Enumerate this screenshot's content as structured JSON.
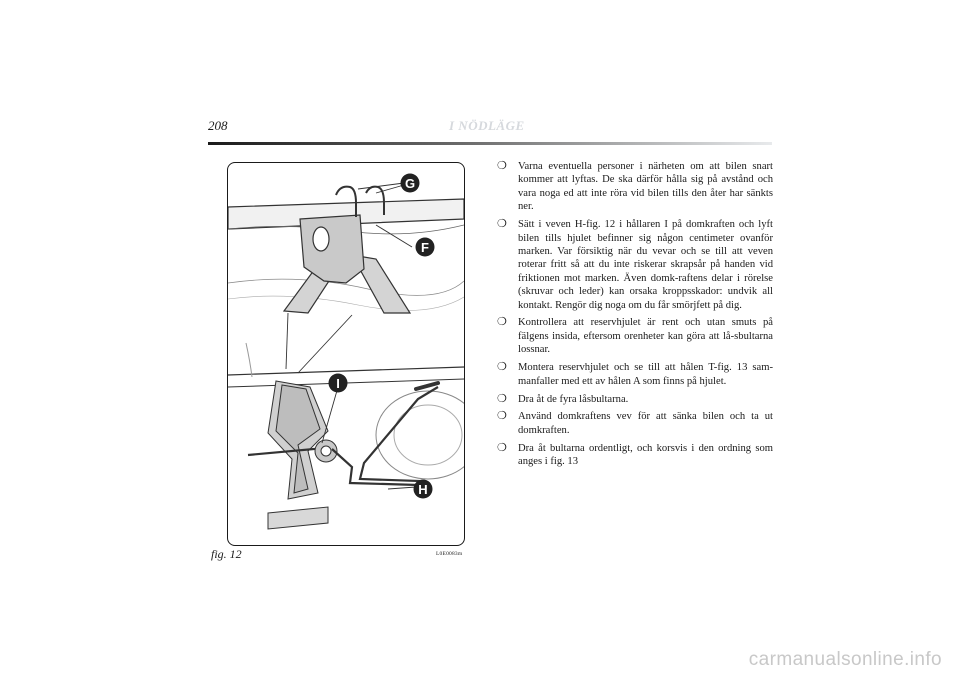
{
  "header": {
    "page_number": "208",
    "chapter_title": "I NÖDLÄGE"
  },
  "figure": {
    "caption": "fig. 12",
    "code": "L0E0083m",
    "callouts": {
      "g": "G",
      "f": "F",
      "i": "I",
      "h": "H"
    }
  },
  "bullet_marker": "❍",
  "bullets": [
    "Varna eventuella personer i närheten om att bilen snart kommer att lyftas. De ska därför hålla sig på avstånd och vara noga ed att inte röra vid bilen tills den åter har sänkts ner.",
    "Sätt i veven H-fig. 12 i hållaren I på domkraften och lyft bilen tills hjulet befinner sig någon centimeter ovanför marken. Var försiktig när du vevar och se till att veven roterar fritt så att du inte riskerar skrapsår på handen vid friktionen mot marken. Även domk-raftens delar i rörelse (skruvar och leder) kan orsaka kroppsskador: undvik all kontakt. Rengör dig noga om du får smörjfett på dig.",
    "Kontrollera att reservhjulet är rent och utan smuts på fälgens insida, eftersom orenheter kan göra att lå-sbultarna lossnar.",
    "Montera reservhjulet och se till att hålen T-fig. 13 sam-manfaller med ett av hålen A som finns på hjulet.",
    "Dra åt de fyra låsbultarna.",
    "Använd domkraftens vev för att sänka bilen och ta ut domkraften.",
    "Dra åt bultarna ordentligt, och korsvis i den ordning som anges i fig. 13"
  ],
  "watermark": "carmanualsonline.info"
}
